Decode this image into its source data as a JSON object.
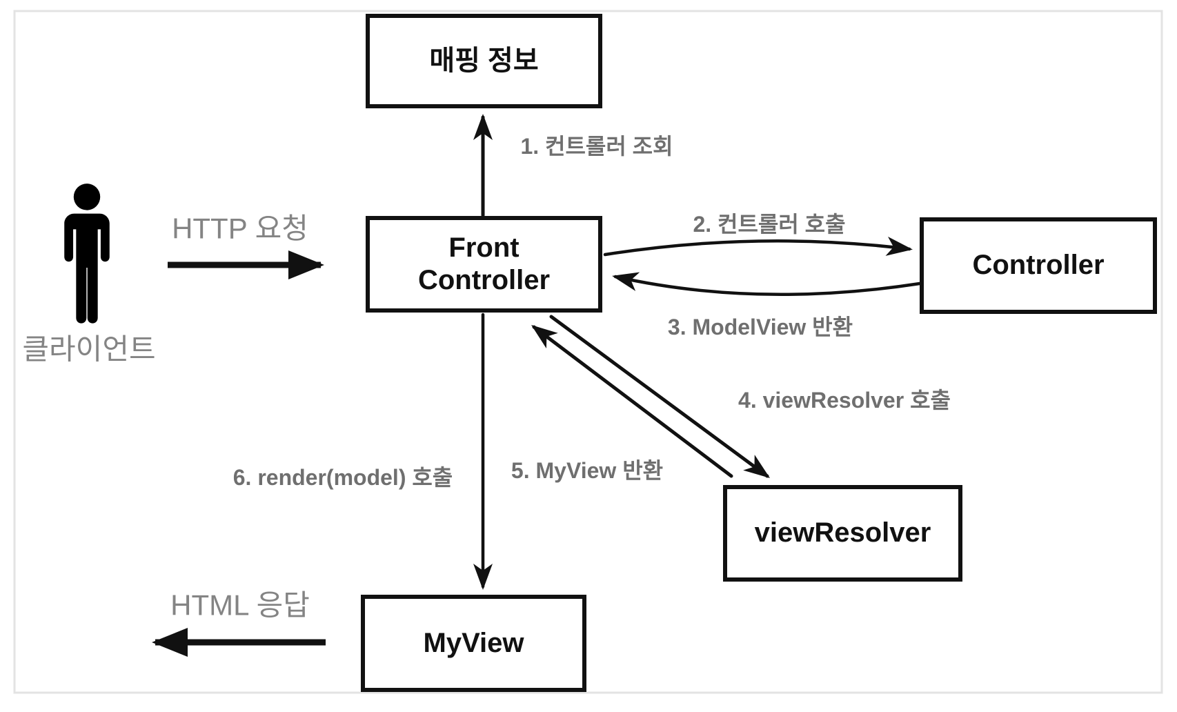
{
  "diagram": {
    "boxes": {
      "mapping_info": "매핑 정보",
      "front_controller_lines": [
        "Front",
        "Controller"
      ],
      "controller": "Controller",
      "view_resolver": "viewResolver",
      "my_view": "MyView"
    },
    "steps": {
      "step1": "1. 컨트롤러 조회",
      "step2": "2. 컨트롤러 호출",
      "step3": "3. ModelView 반환",
      "step4": "4. viewResolver 호출",
      "step5": "5. MyView 반환",
      "step6": "6. render(model) 호출"
    },
    "io_labels": {
      "http_request": "HTTP 요청",
      "html_response": "HTML 응답",
      "client": "클라이언트"
    },
    "icons": {
      "client": "person-icon"
    },
    "colors": {
      "background": "#ffffff",
      "frame_border": "#e3e3e3",
      "box_border": "#111111",
      "box_text": "#111111",
      "arrow": "#111111",
      "step_label_gray": "#6f6f6f",
      "io_label_gray": "#848484"
    }
  }
}
